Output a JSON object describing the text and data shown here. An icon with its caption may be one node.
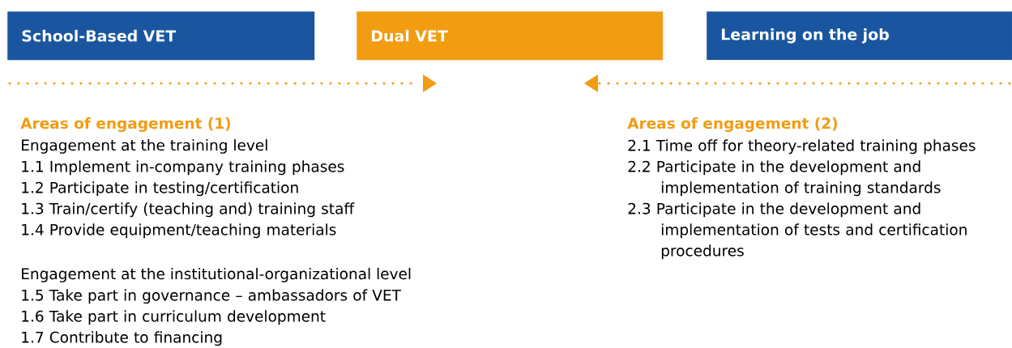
{
  "diagram": {
    "nodes": [
      {
        "text": [
          "School-Based VET"
        ]
      },
      {
        "text": [
          "Dual VET"
        ]
      },
      {
        "text": [
          "Learning on the job"
        ]
      }
    ],
    "labels": [
      "Areas of engagement (1)",
      "Engagement at the training level",
      "1.1 Implement in-company training phases",
      "1.2 Participate in testing/certification",
      "1.3 Train/certify (teaching and) training staff",
      "1.4 Provide equipment/teaching materials",
      "Engagement at the institutional-organizational level",
      "1.5 Take part in governance – ambassadors of VET",
      "1.6 Take part in curriculum development",
      "1.7 Contribute to financing",
      "Areas of engagement (2)",
      "2.1 Time off for theory-related training phases",
      "2.2 Participate in the development and implementation of training standards",
      "2.3 Participate in the development and implementation of tests and certification procedures"
    ]
  }
}
